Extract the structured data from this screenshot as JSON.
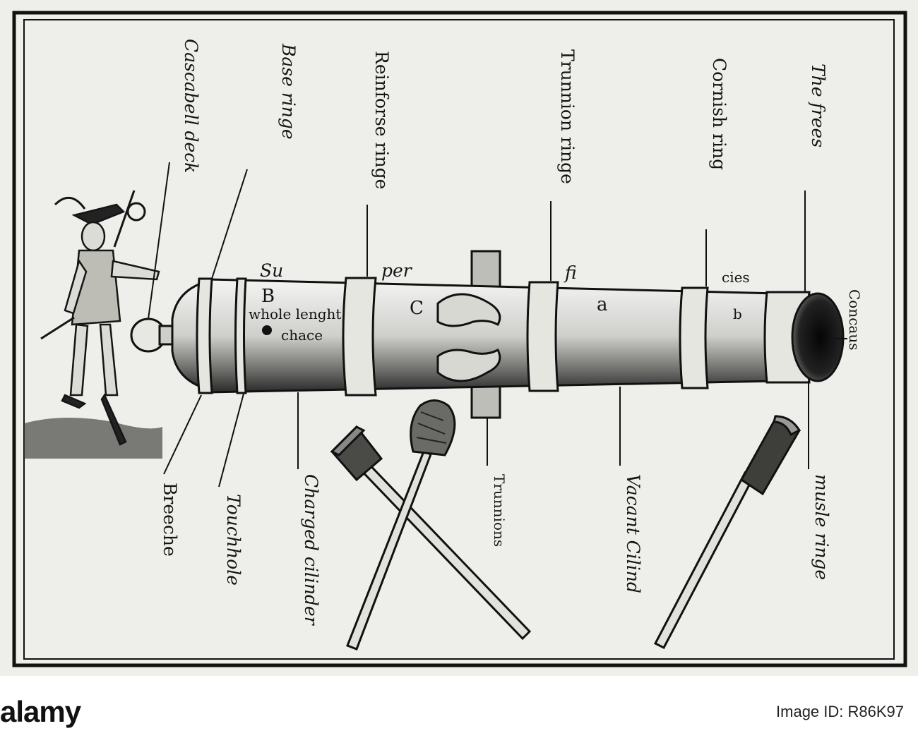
{
  "labels": {
    "the_frees": "The frees",
    "cornish_ring": "Cornish ring",
    "trunnion_ringe": "Trunnion ringe",
    "reinforse_ringe": "Reinforse ringe",
    "base_ringe": "Base ringe",
    "cascabell_deck": "Cascabell deck",
    "concaus": "Concaus",
    "musle_ringe": "musle ringe",
    "vacant_cilind": "Vacant Cilind",
    "trunnions": "Trunnions",
    "charged_cilinder": "Charged cilinder",
    "touchhole": "Touchhole",
    "breeche": "Breeche"
  },
  "barrel_text": {
    "su": "Su",
    "per": "per",
    "fi": "fi",
    "cies": "cies",
    "b": "B",
    "whole_lenght": "whole lenght",
    "chace": "chace",
    "c": "C",
    "a_lower": "a",
    "b_lower": "b"
  },
  "footer": {
    "watermark": "alamy",
    "image_id": "Image ID: R86K97"
  }
}
